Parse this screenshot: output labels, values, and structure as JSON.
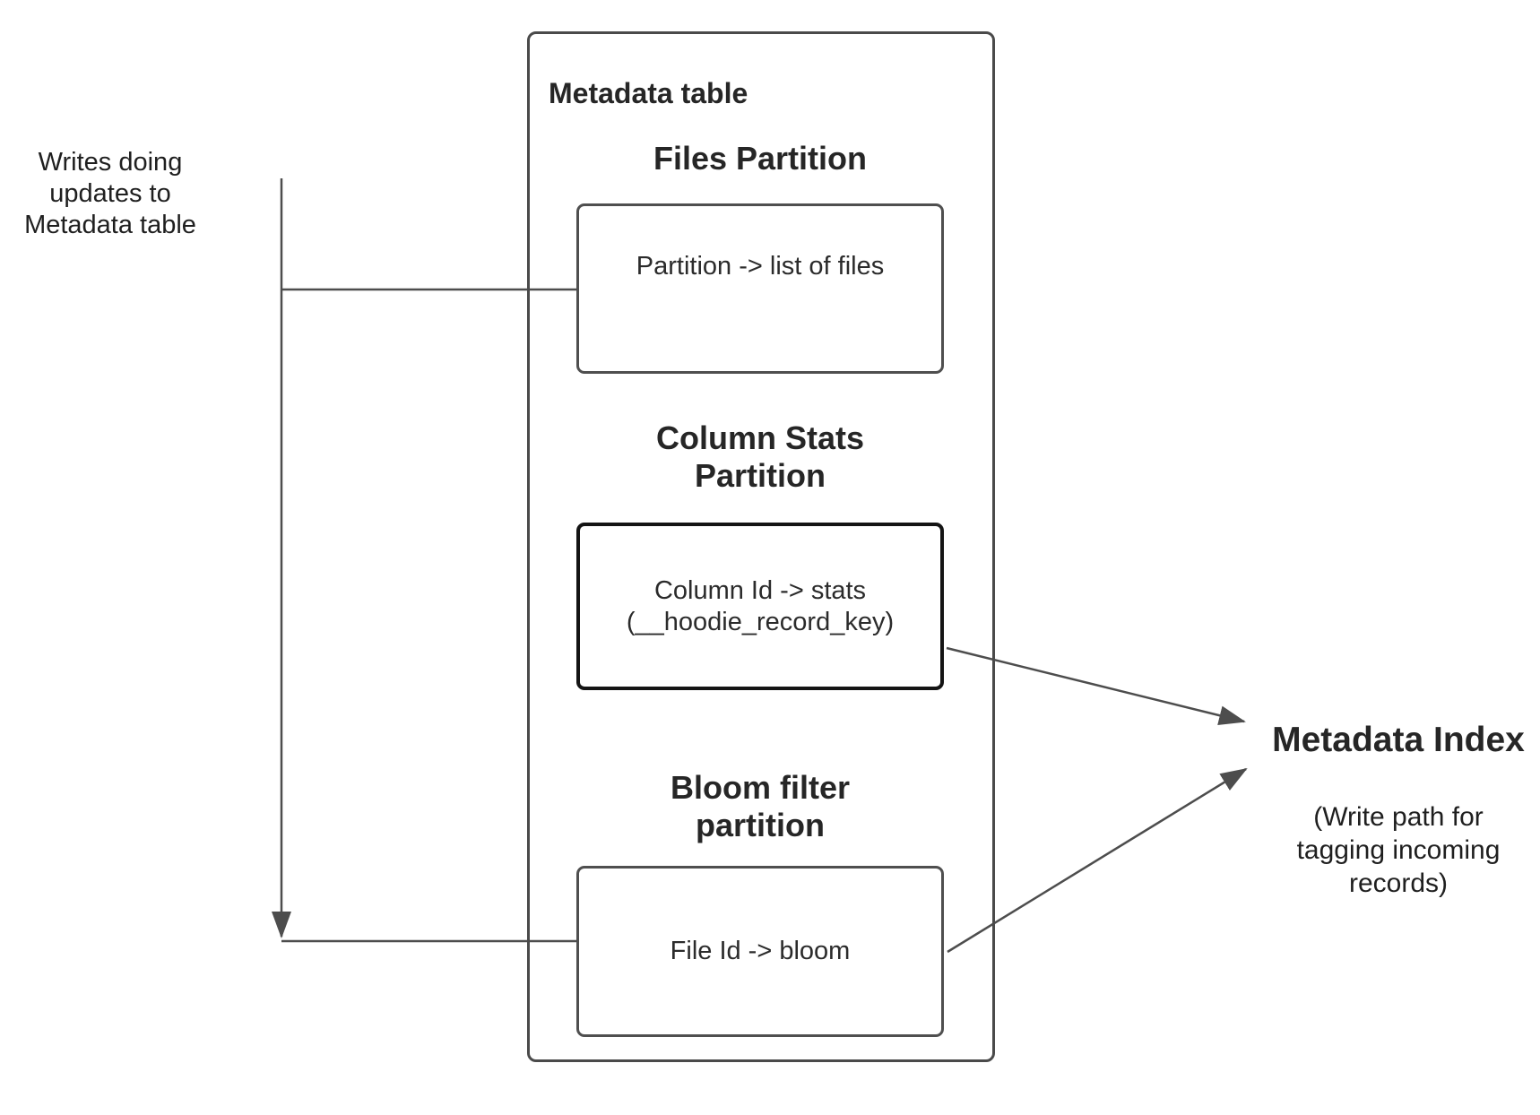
{
  "colors": {
    "background": "#ffffff",
    "text": "#222222",
    "connector_line": "#4d4d4d",
    "box_border": "#4f4f4f",
    "outer_box_border": "#4a4a4a",
    "emphasis_box_border": "#141414"
  },
  "left_note": "Writes doing\nupdates to\nMetadata table",
  "metadata_table": {
    "title": "Metadata table",
    "partitions": [
      {
        "heading": "Files Partition",
        "mapping": "Partition -> list of files"
      },
      {
        "heading": "Column Stats\nPartition",
        "mapping": "Column Id  -> stats\n(__hoodie_record_key)"
      },
      {
        "heading": "Bloom filter\npartition",
        "mapping": "File Id -> bloom"
      }
    ]
  },
  "metadata_index": {
    "title": "Metadata Index",
    "subtitle": "(Write path for\ntagging incoming\nrecords)"
  }
}
